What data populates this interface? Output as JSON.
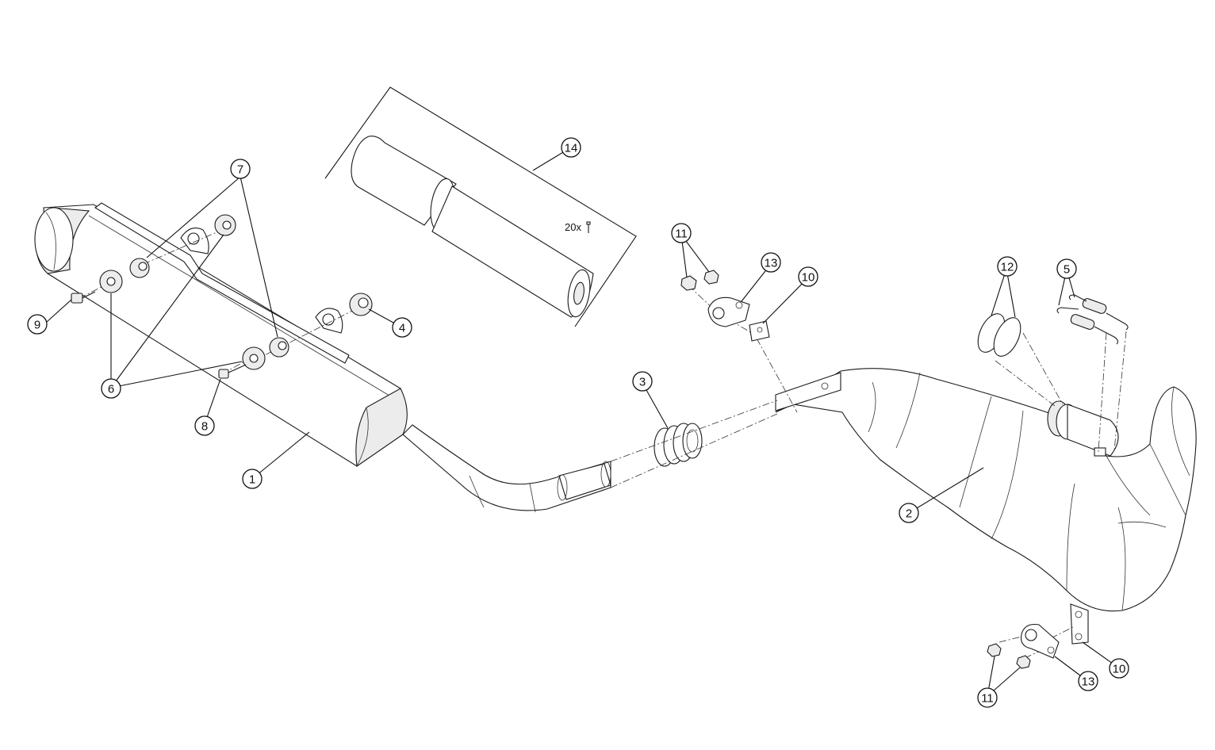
{
  "callouts": {
    "c1": "1",
    "c2": "2",
    "c3": "3",
    "c4": "4",
    "c5": "5",
    "c6": "6",
    "c7": "7",
    "c8": "8",
    "c9": "9",
    "c10a": "10",
    "c10b": "10",
    "c11a": "11",
    "c11b": "11",
    "c12": "12",
    "c13a": "13",
    "c13b": "13",
    "c14": "14"
  },
  "kit_quantity": "20x"
}
